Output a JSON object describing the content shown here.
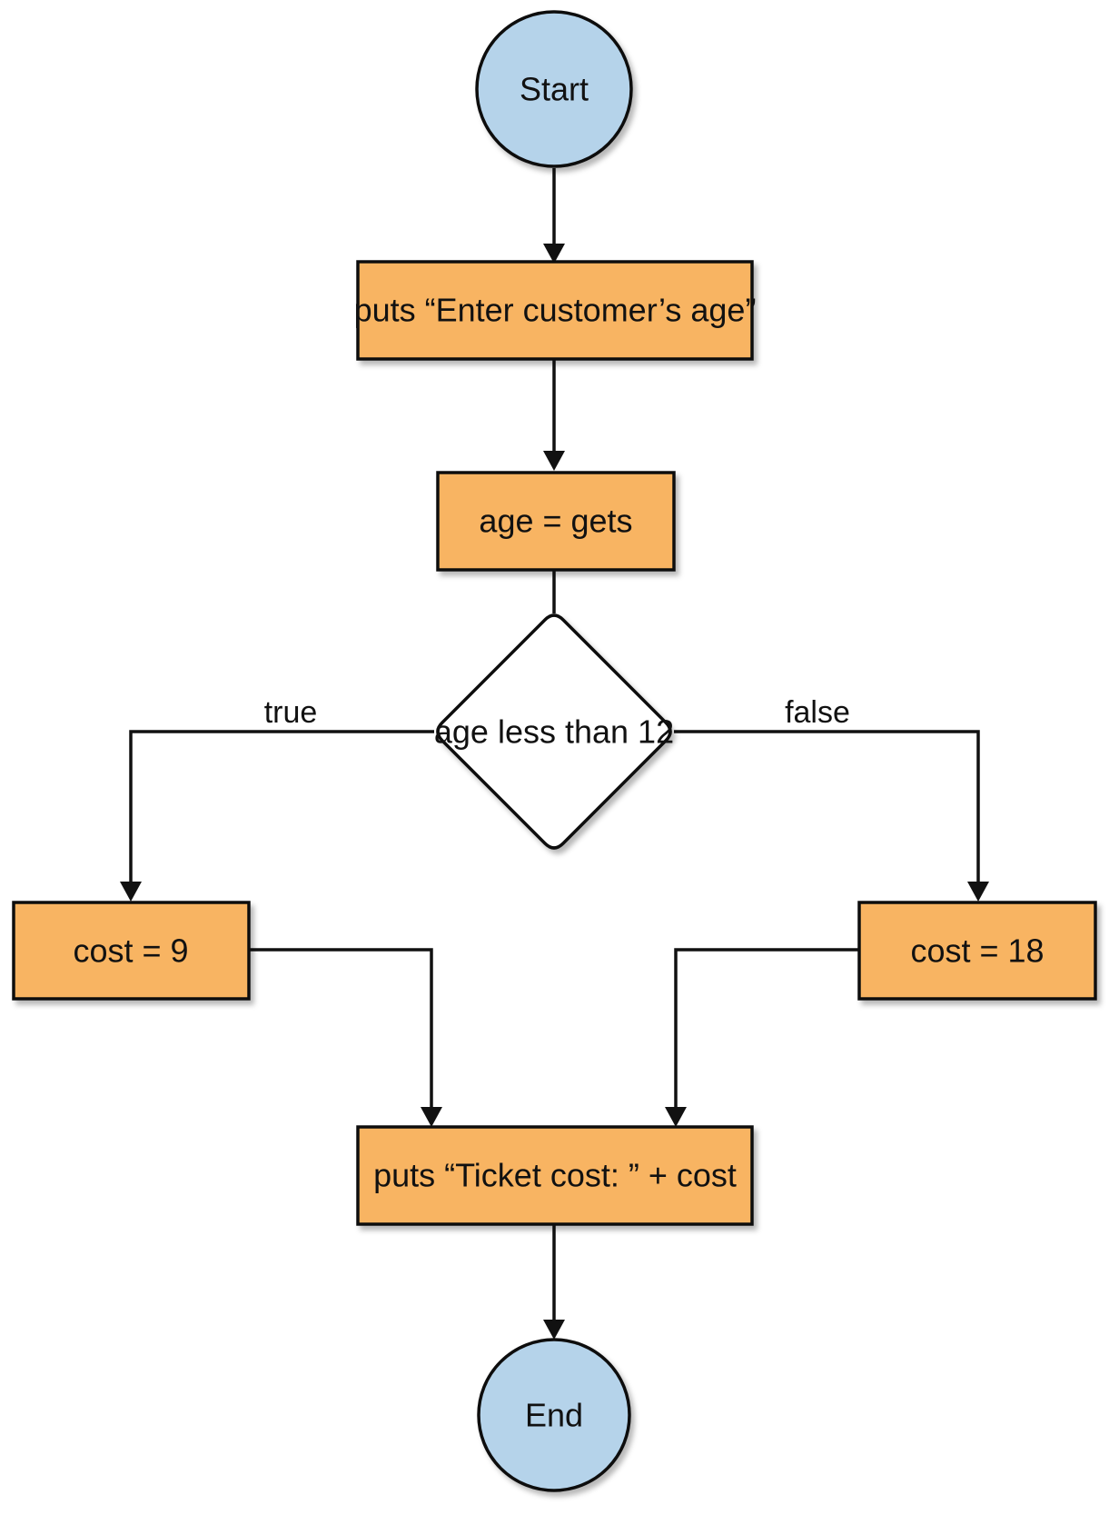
{
  "diagram": {
    "colors": {
      "terminal_fill": "#b5d3ea",
      "process_fill": "#f8b462",
      "decision_fill": "#ffffff",
      "stroke": "#111111"
    },
    "nodes": {
      "start": {
        "label": "Start",
        "shape": "circle"
      },
      "prompt": {
        "label": "puts “Enter customer’s age”",
        "shape": "rectangle"
      },
      "read_age": {
        "label": "age = gets",
        "shape": "rectangle"
      },
      "decision": {
        "label": "age less than 12",
        "shape": "diamond"
      },
      "cost_child": {
        "label": "cost = 9",
        "shape": "rectangle"
      },
      "cost_adult": {
        "label": "cost = 18",
        "shape": "rectangle"
      },
      "output": {
        "label": "puts “Ticket cost: ” + cost",
        "shape": "rectangle"
      },
      "end": {
        "label": "End",
        "shape": "circle"
      }
    },
    "edges": {
      "true_label": "true",
      "false_label": "false"
    }
  }
}
